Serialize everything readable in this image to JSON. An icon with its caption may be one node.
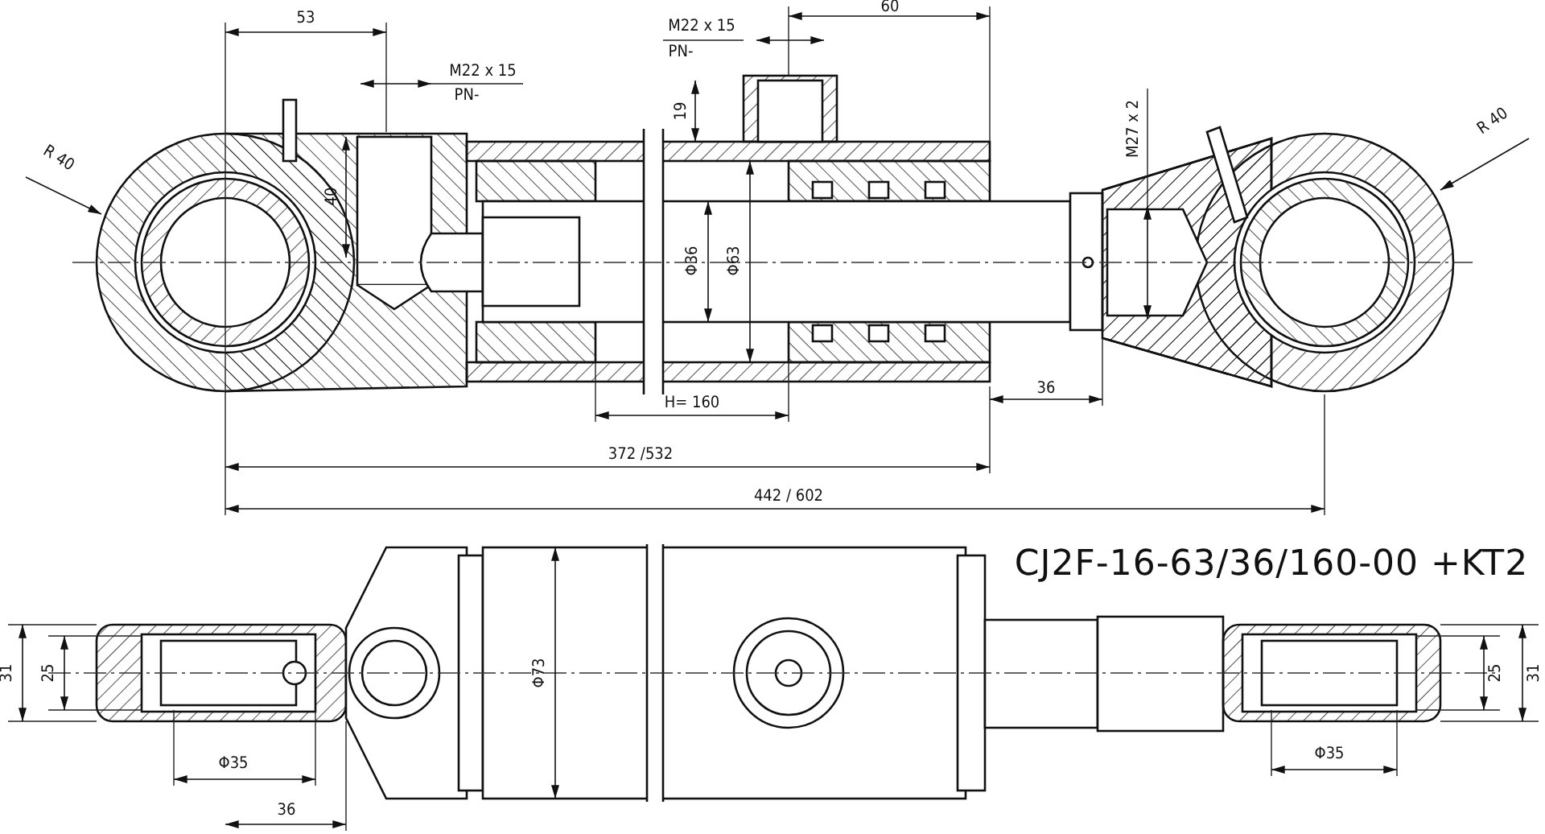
{
  "diagram": {
    "nodes": [
      {
        "text": [
          "R 40"
        ]
      },
      {
        "text": [
          "R 40"
        ]
      }
    ],
    "edges": [
      {
        "from": 0,
        "to": null,
        "arrow": "to"
      },
      {
        "from": 1,
        "to": null,
        "arrow": "to"
      }
    ],
    "labels": [
      "53",
      "60",
      "M22 x 15",
      "PN-",
      "M22 x 15",
      "PN-",
      "19",
      "M27 x 2",
      "40",
      "Φ36",
      "Φ63",
      "36",
      "H= 160",
      "372 /532",
      "442 / 602",
      "CJ2F-16-63/36/160-00 +KT2",
      "Φ73",
      "31",
      "25",
      "25",
      "31",
      "Φ35",
      "Φ35",
      "36"
    ]
  }
}
